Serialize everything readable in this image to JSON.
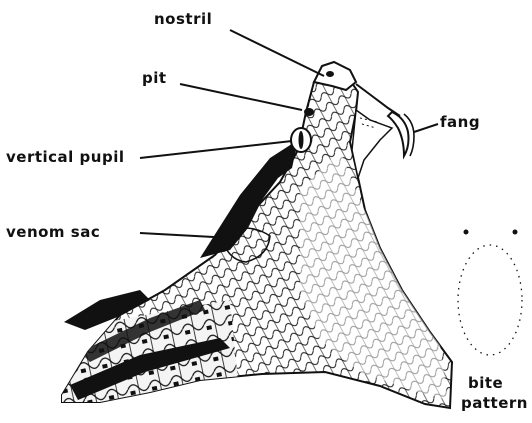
{
  "labels": {
    "nostril": "nostril",
    "pit": "pit",
    "vertical_pupil": "vertical pupil",
    "venom_sac": "venom sac",
    "fang": "fang",
    "bite_pattern_line1": "bite",
    "bite_pattern_line2": "pattern"
  },
  "colors": {
    "ink": "#111111",
    "paper": "#ffffff"
  }
}
